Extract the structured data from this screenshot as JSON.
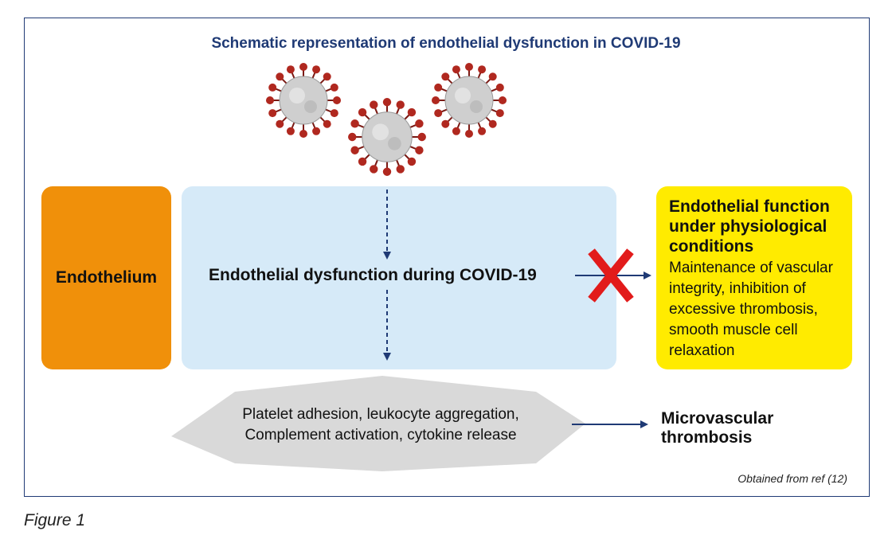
{
  "title": "Schematic representation of endothelial dysfunction in COVID-19",
  "boxes": {
    "endothelium": "Endothelium",
    "dysfunction": "Endothelial dysfunction during COVID-19",
    "physiological_title": "Endothelial function under physiological conditions",
    "physiological_body": "Maintenance of vascular integrity, inhibition of excessive thrombosis, smooth muscle cell relaxation"
  },
  "process": {
    "line1": "Platelet adhesion, leukocyte aggregation,",
    "line2": "Complement activation, cytokine release"
  },
  "outcome": {
    "line1": "Microvascular",
    "line2": "thrombosis"
  },
  "source_note": "Obtained from ref (12)",
  "caption": "Figure 1",
  "icons": {
    "virus": "coronavirus-icon",
    "blocked": "red-x-icon"
  },
  "colors": {
    "frame": "#1f3a75",
    "endothelium": "#f0900a",
    "dysfunction": "#d6eaf8",
    "physiological": "#ffeb00",
    "process": "#d9d9d9",
    "blocked": "#e21b1b",
    "virus_spike": "#b0281f"
  }
}
